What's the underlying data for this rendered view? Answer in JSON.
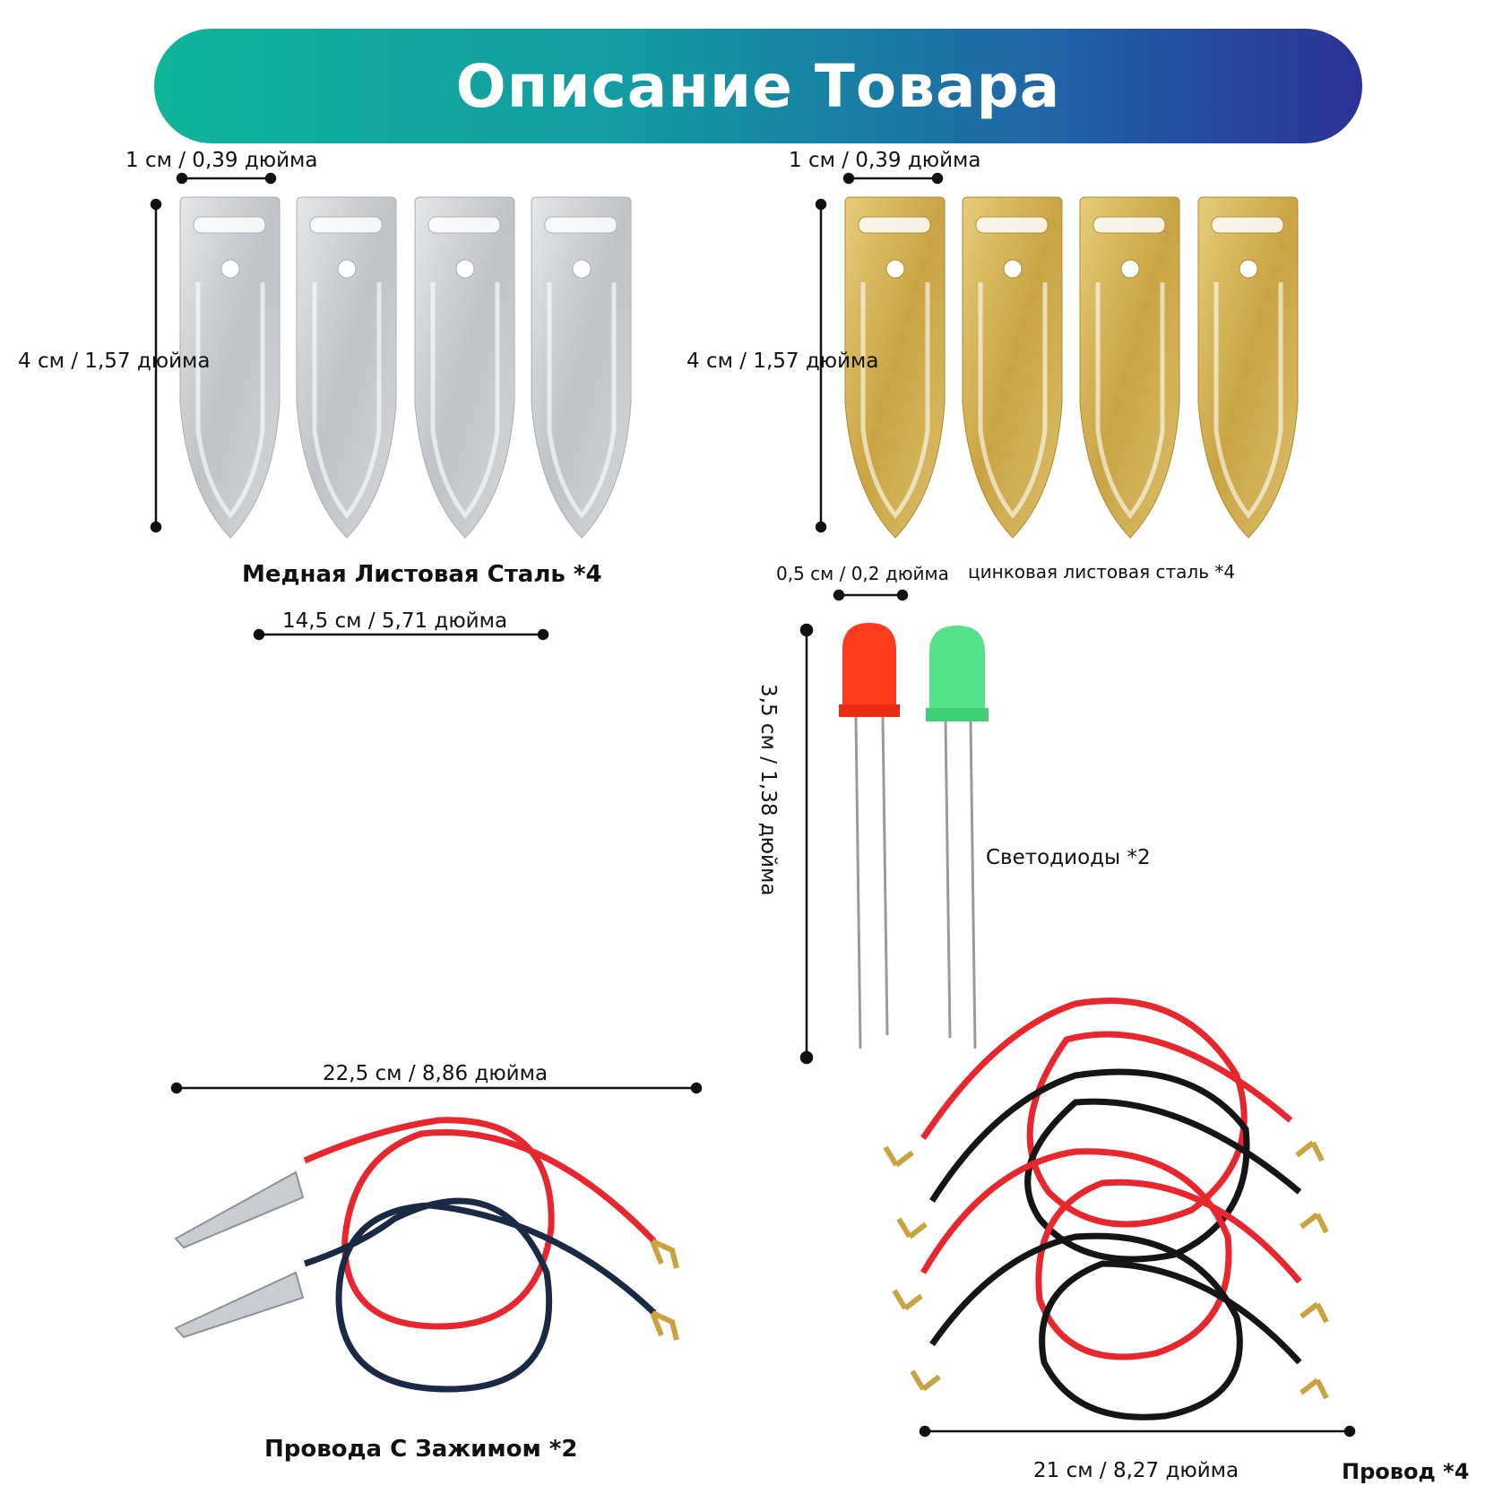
{
  "header": {
    "title": "Описание Товара"
  },
  "sections": {
    "silver_plates": {
      "width_label": "1 см / 0,39 дюйма",
      "height_label": "4 см / 1,57 дюйма",
      "caption": "Медная Листовая Сталь *4",
      "total_width_label": "14,5 см / 5,71 дюйма",
      "count": 4,
      "color": "#c9ccd0"
    },
    "gold_plates": {
      "width_label": "1 см / 0,39 дюйма",
      "height_label": "4 см / 1,57 дюйма",
      "caption": "цинковая листовая сталь *4",
      "count": 4,
      "color": "#d8b85a"
    },
    "leds": {
      "width_label": "0,5 см / 0,2 дюйма",
      "height_label": "3,5 см / 1,38 дюйма",
      "caption": "Светодиоды *2",
      "colors": [
        "#ff3b1f",
        "#55e08a"
      ]
    },
    "clip_wires": {
      "length_label": "22,5 см / 8,86 дюйма",
      "caption": "Провода С Зажимом *2",
      "colors": [
        "#e8262e",
        "#1b2a44"
      ]
    },
    "wires": {
      "length_label": "21 см / 8,27 дюйма",
      "caption": "Провод *4",
      "colors": [
        "#e8262e",
        "#151515"
      ]
    }
  }
}
